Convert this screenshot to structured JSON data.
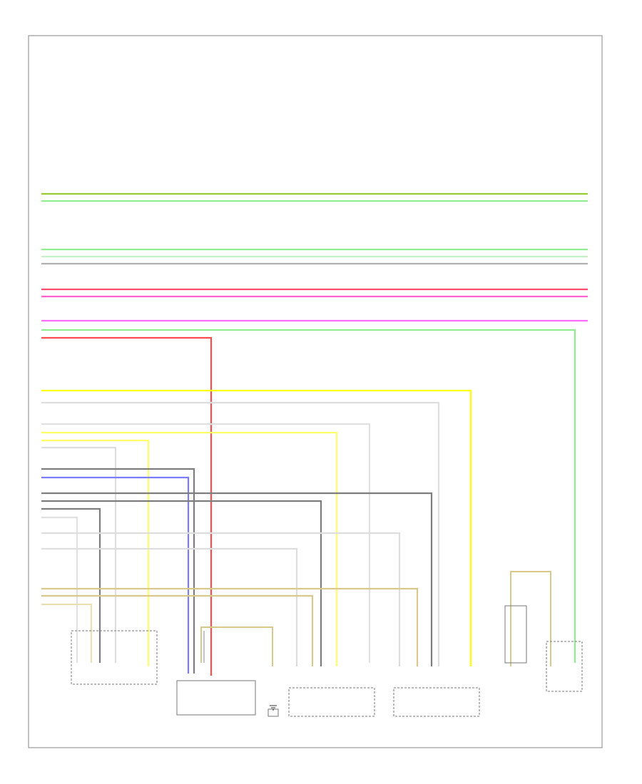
{
  "footer_code": "",
  "wires": [
    {
      "color": "#9acd32",
      "label": ""
    },
    {
      "color": "#90ee90",
      "label": ""
    },
    {
      "color": "#90ee90",
      "label": ""
    },
    {
      "color": "#c8f0c8",
      "label": ""
    },
    {
      "color": "#b0b0b0",
      "label": ""
    },
    {
      "color": "#ff4d6d",
      "label": ""
    },
    {
      "color": "#ff5fd0",
      "label": ""
    },
    {
      "color": "#ff6bff",
      "label": ""
    },
    {
      "color": "#90ee90",
      "label": ""
    },
    {
      "color": "#ff4d4d",
      "label": ""
    },
    {
      "color": "#ffff00",
      "label": ""
    },
    {
      "color": "#dddddd",
      "label": ""
    },
    {
      "color": "#e0e0e0",
      "label": ""
    },
    {
      "color": "#ffff66",
      "label": ""
    },
    {
      "color": "#ffff66",
      "label": ""
    },
    {
      "color": "#dddddd",
      "label": ""
    },
    {
      "color": "#7d7d7d",
      "label": ""
    },
    {
      "color": "#7b7bff",
      "label": ""
    },
    {
      "color": "#7d7d7d",
      "label": ""
    },
    {
      "color": "#7d7d7d",
      "label": ""
    },
    {
      "color": "#7d7d7d",
      "label": ""
    },
    {
      "color": "#e0e0e0",
      "label": ""
    },
    {
      "color": "#dddddd",
      "label": ""
    },
    {
      "color": "#dddddd",
      "label": ""
    },
    {
      "color": "#d8c88a",
      "label": ""
    },
    {
      "color": "#d8c88a",
      "label": ""
    },
    {
      "color": "#e8e0b0",
      "label": ""
    }
  ],
  "components": [
    {
      "name": "left-sensor",
      "label": ""
    },
    {
      "name": "center-module",
      "label": ""
    },
    {
      "name": "ground",
      "label": ""
    },
    {
      "name": "right-sensor-1",
      "label": ""
    },
    {
      "name": "right-sensor-2",
      "label": ""
    },
    {
      "name": "relay",
      "label": ""
    },
    {
      "name": "compressor",
      "label": ""
    }
  ]
}
